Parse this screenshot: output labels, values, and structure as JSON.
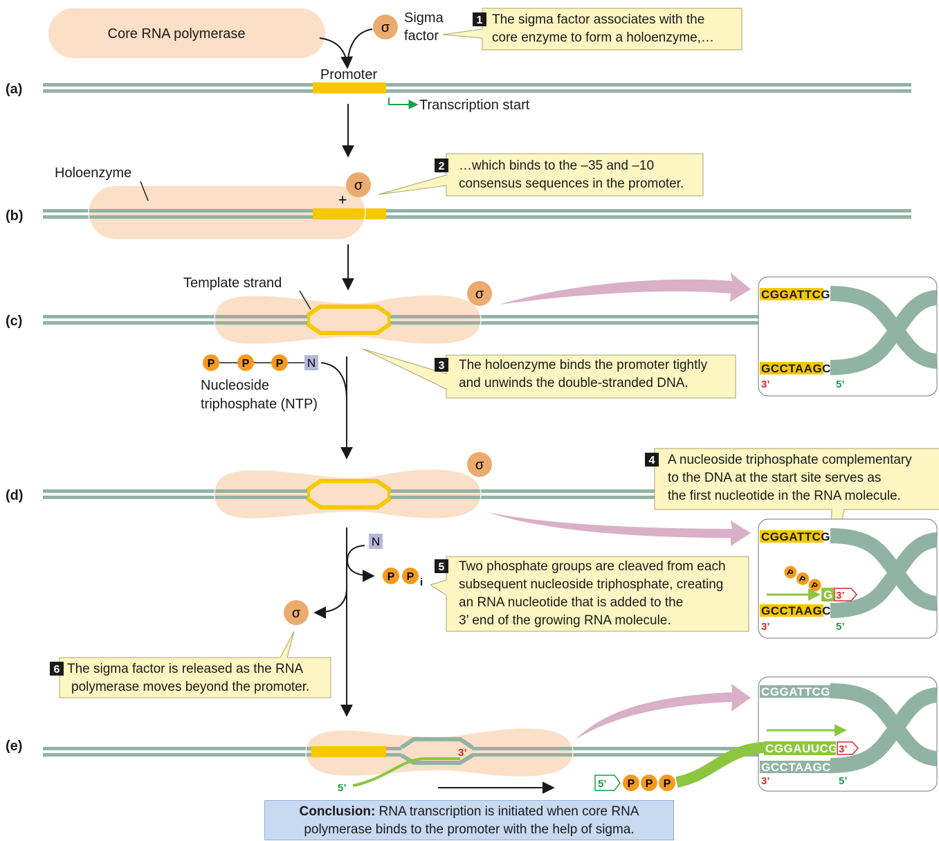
{
  "panels": [
    "(a)",
    "(b)",
    "(c)",
    "(d)",
    "(e)"
  ],
  "labels": {
    "core": "Core RNA polymerase",
    "sigma_symbol": "σ",
    "sigma_factor_1": "Sigma",
    "sigma_factor_2": "factor",
    "promoter": "Promoter",
    "transcription_start": "Transcription start",
    "holoenzyme": "Holoenzyme",
    "plus": "+",
    "template_strand": "Template strand",
    "phosphate": "P",
    "phosphate_sub": "i",
    "nucleoside": "N",
    "ntp_1": "Nucleoside",
    "ntp_2": "triphosphate (NTP)",
    "rna_start": "G"
  },
  "steps": [
    {
      "num": "1",
      "lines": [
        "The sigma factor associates with the",
        "core enzyme to form a holoenzyme,…"
      ]
    },
    {
      "num": "2",
      "lines": [
        "…which binds to the –35 and –10",
        "consensus sequences in the promoter."
      ]
    },
    {
      "num": "3",
      "lines": [
        "The holoenzyme binds the promoter tightly",
        "and unwinds the double-stranded DNA."
      ]
    },
    {
      "num": "4",
      "lines": [
        "A nucleoside triphosphate complementary",
        "to the DNA at the start site serves as",
        "the first nucleotide in the RNA molecule."
      ]
    },
    {
      "num": "5",
      "lines": [
        "Two phosphate groups are cleaved from each",
        "subsequent nucleoside triphosphate, creating",
        "an RNA nucleotide that is added to the",
        "3’ end of the growing RNA molecule."
      ]
    },
    {
      "num": "6",
      "lines": [
        "The sigma factor is released as the RNA",
        "polymerase moves beyond the promoter."
      ]
    }
  ],
  "sequences": {
    "top": "CGGATTCG",
    "bottom": "GCCTAAGC",
    "rna": "CGGAUUCG",
    "three_prime": "3’",
    "five_prime": "5’"
  },
  "conclusion": {
    "bold": "Conclusion:",
    "text": " RNA transcription is initiated when core RNA polymerase binds to the promoter with the help of sigma."
  },
  "colors": {
    "dna": "#91b3a6",
    "promoter": "#f6c800",
    "enzyme": "#fbdfc6",
    "sigma": "#ebab6e",
    "phosphate": "#f59a1d",
    "nucleoside": "#b8b6d8",
    "rna": "#8cc63f",
    "arrow_big": "#d9b0c7",
    "callout": "#fdf6c2",
    "three_prime": "#d42a2a",
    "five_prime": "#1f9a47",
    "start_arrow": "#17a04a",
    "conclusion": "#c8daf1"
  }
}
